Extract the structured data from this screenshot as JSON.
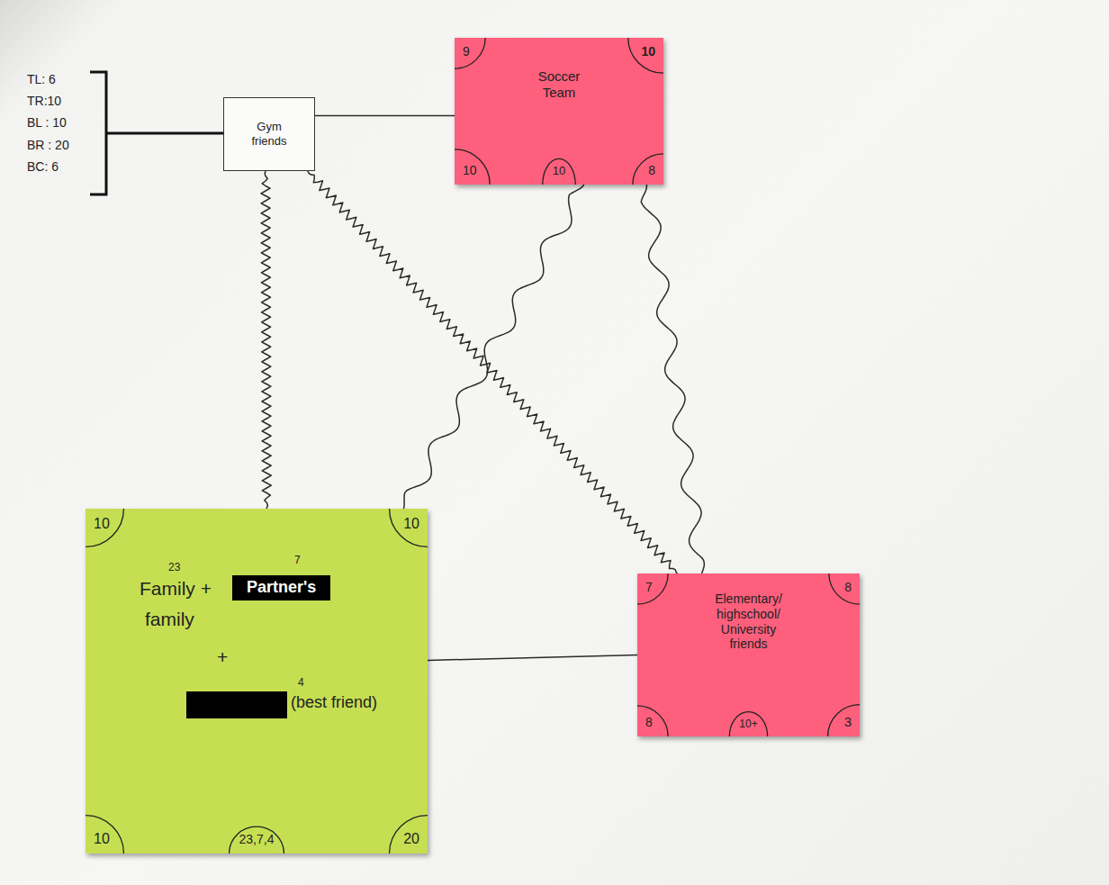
{
  "diagram": {
    "nodes": [
      {
        "text": [
          "Gym friends"
        ]
      },
      {
        "text": [
          "9",
          "10",
          "Soccer Team",
          "10",
          "10",
          "8"
        ]
      },
      {
        "text": [
          "10",
          "10",
          "23",
          "Family +",
          "7",
          "Partner's",
          "family",
          "+",
          "4",
          "(best friend)",
          "10",
          "23,7,4",
          "20"
        ]
      },
      {
        "text": [
          "7",
          "8",
          "Elementary/ highschool/ University friends",
          "8",
          "10+",
          "3"
        ]
      }
    ],
    "edges": [
      {
        "from": 0,
        "to": 1,
        "arrow": "none"
      },
      {
        "from": 0,
        "to": 2,
        "arrow": "none"
      },
      {
        "from": 0,
        "to": 3,
        "arrow": "none"
      },
      {
        "from": 1,
        "to": 2,
        "arrow": "none"
      },
      {
        "from": 1,
        "to": 3,
        "arrow": "none"
      },
      {
        "from": 2,
        "to": 3,
        "arrow": "none"
      }
    ],
    "labels": [
      "TL: 6",
      "TR:10",
      "BL : 10",
      "BR : 20",
      "BC: 6"
    ]
  }
}
